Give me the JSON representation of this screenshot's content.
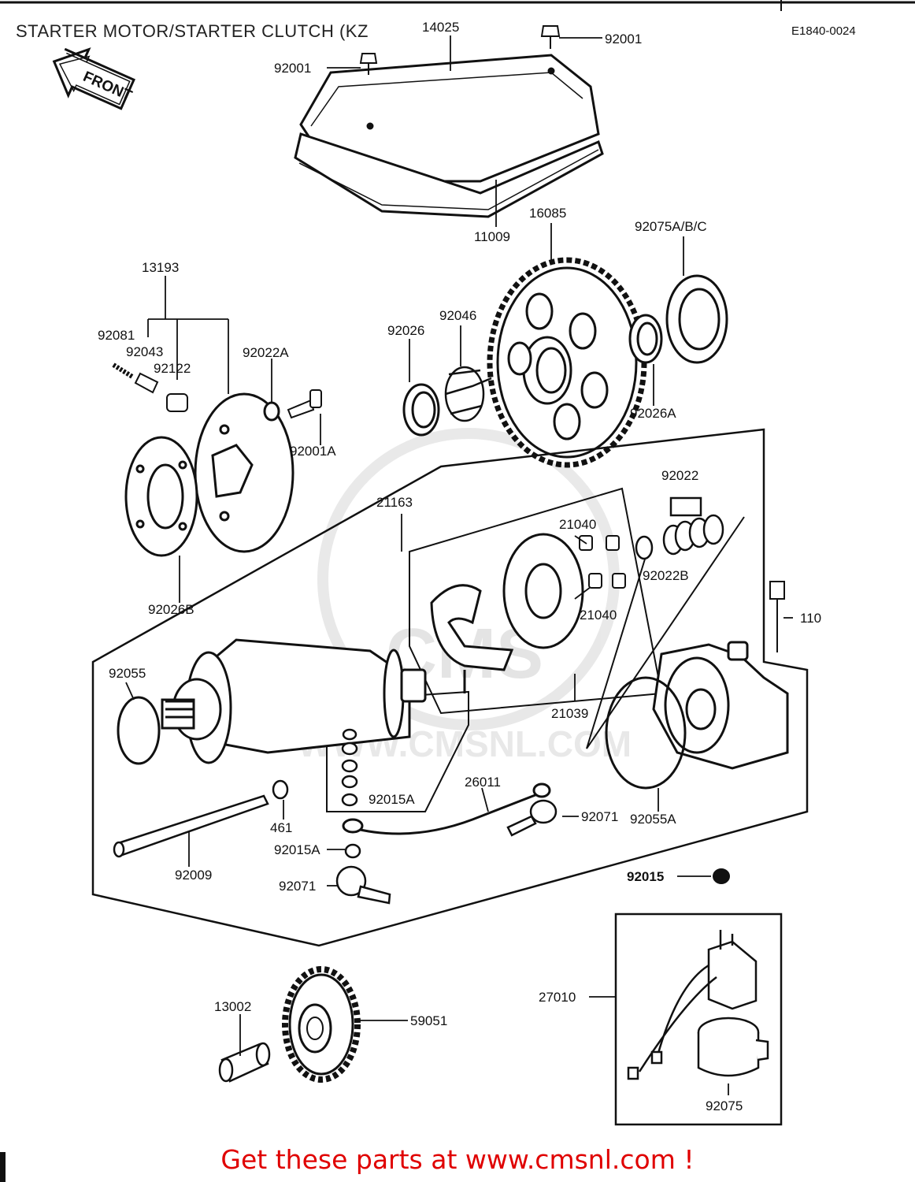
{
  "header": {
    "title": "STARTER MOTOR/STARTER CLUTCH (KZ",
    "ref_code": "E1840-0024"
  },
  "front_label": "FRONT",
  "watermark": "WWW.CMSNL.COM",
  "parts": {
    "p14025": "14025",
    "p92001_a": "92001",
    "p92001_b": "92001",
    "p11009": "11009",
    "p16085": "16085",
    "p92075abc": "92075A/B/C",
    "p13193": "13193",
    "p92081": "92081",
    "p92043": "92043",
    "p92122": "92122",
    "p92022a": "92022A",
    "p92001a": "92001A",
    "p92026": "92026",
    "p92046": "92046",
    "p92026a": "92026A",
    "p92022": "92022",
    "p21163": "21163",
    "p21040_a": "21040",
    "p21040_b": "21040",
    "p92022b": "92022B",
    "p110": "110",
    "p92026b": "92026B",
    "p92055": "92055",
    "p21039": "21039",
    "p26011": "26011",
    "p92015a_a": "92015A",
    "p92015a_b": "92015A",
    "p461": "461",
    "p92071_a": "92071",
    "p92071_b": "92071",
    "p92055a": "92055A",
    "p92009": "92009",
    "p92015": "92015",
    "p27010": "27010",
    "p13002": "13002",
    "p59051": "59051",
    "p92075": "92075"
  },
  "footer": "Get these parts at www.cmsnl.com !"
}
